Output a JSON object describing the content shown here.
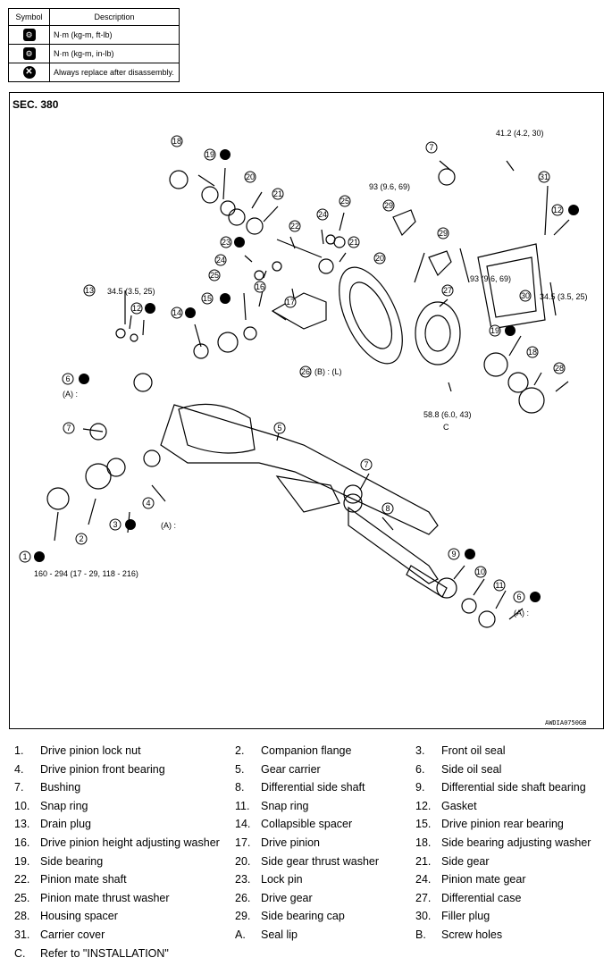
{
  "legend": {
    "header_symbol": "Symbol",
    "header_description": "Description",
    "rows": [
      {
        "icon": "torque-wrench-icon",
        "glyph": "⚙",
        "text": "N·m (kg-m, ft-lb)"
      },
      {
        "icon": "torque-wrench-inlb-icon",
        "glyph": "⚙",
        "text": "N·m (kg-m, in-lb)"
      },
      {
        "icon": "always-replace-icon",
        "glyph": "✕",
        "text": "Always replace after disassembly."
      }
    ]
  },
  "diagram": {
    "section": "SEC. 380",
    "figure_id": "AWDIA0750GB",
    "callouts": {
      "t41": "41.2 (4.2, 30)",
      "t93a": "93 (9.6, 69)",
      "t93b": "93 (9.6, 69)",
      "t345a": "34.5 (3.5, 25)",
      "t345b": "34.5 (3.5, 25)",
      "t588": "58.8 (6.0, 43)",
      "t160": "160 - 294 (17 - 29, 118 - 216)",
      "n26": "(B) : (L)",
      "refA": "(A) :",
      "refC": "C"
    }
  },
  "parts": [
    {
      "num": "1.",
      "name": "Drive pinion lock nut"
    },
    {
      "num": "2.",
      "name": "Companion flange"
    },
    {
      "num": "3.",
      "name": "Front oil seal"
    },
    {
      "num": "4.",
      "name": "Drive pinion front bearing"
    },
    {
      "num": "5.",
      "name": "Gear carrier"
    },
    {
      "num": "6.",
      "name": "Side oil seal"
    },
    {
      "num": "7.",
      "name": "Bushing"
    },
    {
      "num": "8.",
      "name": "Differential side shaft"
    },
    {
      "num": "9.",
      "name": "Differential side shaft bearing"
    },
    {
      "num": "10.",
      "name": "Snap ring"
    },
    {
      "num": "11.",
      "name": "Snap ring"
    },
    {
      "num": "12.",
      "name": "Gasket"
    },
    {
      "num": "13.",
      "name": "Drain plug"
    },
    {
      "num": "14.",
      "name": "Collapsible spacer"
    },
    {
      "num": "15.",
      "name": "Drive pinion rear bearing"
    },
    {
      "num": "16.",
      "name": "Drive pinion height adjusting washer"
    },
    {
      "num": "17.",
      "name": "Drive pinion"
    },
    {
      "num": "18.",
      "name": "Side bearing adjusting washer"
    },
    {
      "num": "19.",
      "name": "Side bearing"
    },
    {
      "num": "20.",
      "name": "Side gear thrust washer"
    },
    {
      "num": "21.",
      "name": "Side gear"
    },
    {
      "num": "22.",
      "name": "Pinion mate shaft"
    },
    {
      "num": "23.",
      "name": "Lock pin"
    },
    {
      "num": "24.",
      "name": "Pinion mate gear"
    },
    {
      "num": "25.",
      "name": "Pinion mate thrust washer"
    },
    {
      "num": "26.",
      "name": "Drive gear"
    },
    {
      "num": "27.",
      "name": "Differential case"
    },
    {
      "num": "28.",
      "name": "Housing spacer"
    },
    {
      "num": "29.",
      "name": "Side bearing cap"
    },
    {
      "num": "30.",
      "name": "Filler plug"
    },
    {
      "num": "31.",
      "name": "Carrier cover"
    },
    {
      "num": "A.",
      "name": "Seal lip"
    },
    {
      "num": "B.",
      "name": "Screw holes"
    },
    {
      "num": "C.",
      "name": "Refer to \"INSTALLATION\""
    }
  ]
}
